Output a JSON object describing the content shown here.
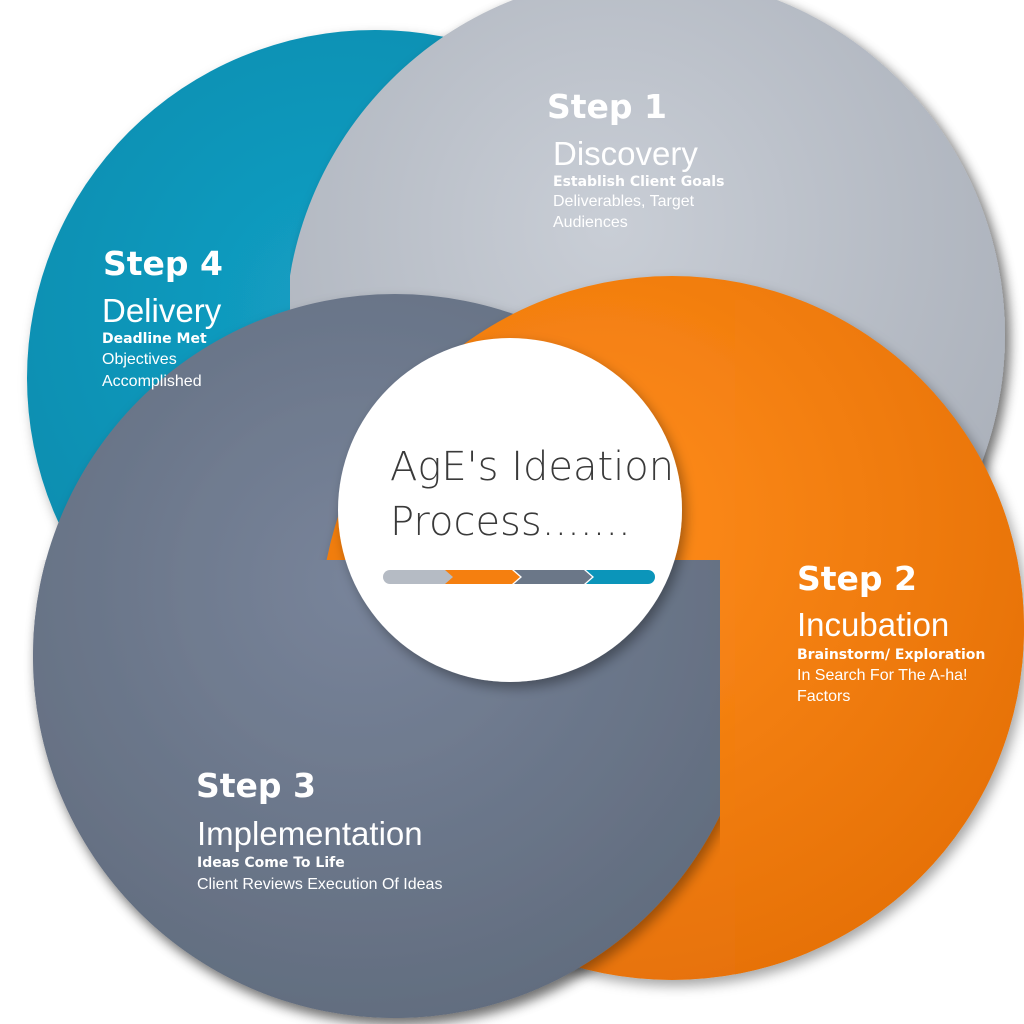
{
  "center": {
    "line1": "AgE's Ideation",
    "line2": "Process......."
  },
  "colors": {
    "step1": "#b5bbc4",
    "step2": "#f57f0f",
    "step3": "#6b7788",
    "step4": "#0b95ba",
    "center": "#ffffff"
  },
  "steps": [
    {
      "title": "Step 1",
      "name": "Discovery",
      "subtitle": "Establish Client Goals",
      "desc_lines": [
        "Deliverables, Target",
        "Audiences"
      ]
    },
    {
      "title": "Step 2",
      "name": "Incubation",
      "subtitle": "Brainstorm/ Exploration",
      "desc_lines": [
        "In Search For The A-ha!",
        "Factors"
      ]
    },
    {
      "title": "Step 3",
      "name": "Implementation",
      "subtitle": "Ideas Come To Life",
      "desc_lines": [
        "Client Reviews  Execution Of Ideas"
      ]
    },
    {
      "title": "Step 4",
      "name": "Delivery",
      "subtitle": "Deadline Met",
      "desc_lines": [
        "Objectives",
        "Accomplished"
      ]
    }
  ]
}
